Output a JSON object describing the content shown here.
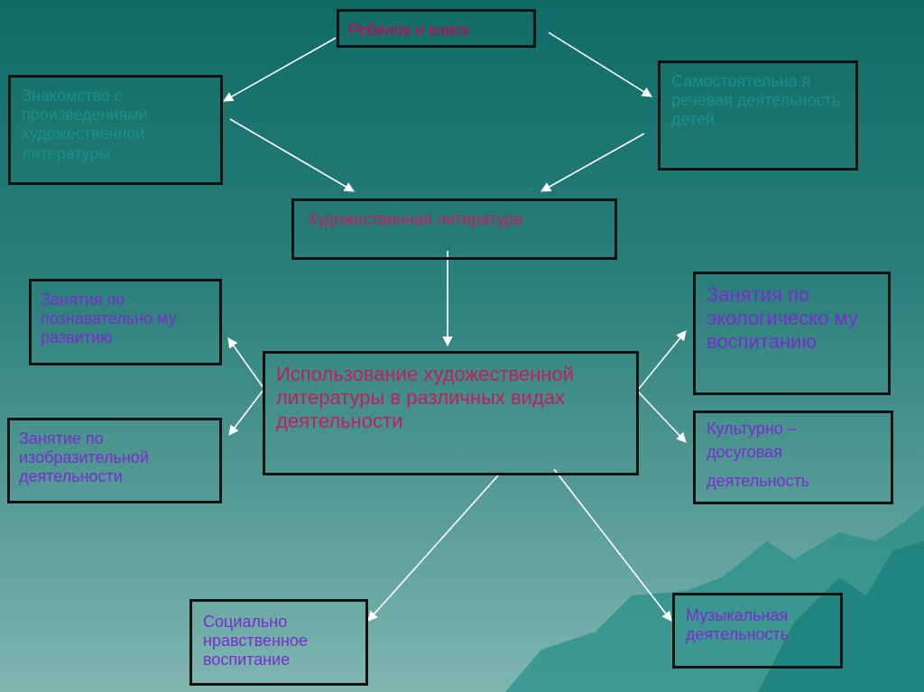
{
  "boxes": {
    "top": "Ребенок и книга",
    "left_intro": "Знакомство с произведениями художественной литературы",
    "right_speech": "Самостоятельна я речевая деятельность детей",
    "center_lit": "Художественная литература",
    "cognitive": "Занятия по познавательно му развитию",
    "fine_art": "Занятие по изобразительной деятельности",
    "central_use": "Использование художественной литературы в различных видах деятельности",
    "ecology": "Занятия по экологическо му воспитанию",
    "leisure_line1": "Культурно –",
    "leisure_line2": "досуговая",
    "leisure_line3": "деятельность",
    "social": "Социально нравственное воспитание",
    "music": "Музыкальная деятельность"
  },
  "colors": {
    "background_top": "#0f6b66",
    "background_bottom": "#7fb6b0",
    "border": "#111111",
    "text_red": "#d5005e",
    "text_teal": "#1a8f88",
    "text_purple": "#7a2bd1",
    "arrow": "#ffffff"
  }
}
